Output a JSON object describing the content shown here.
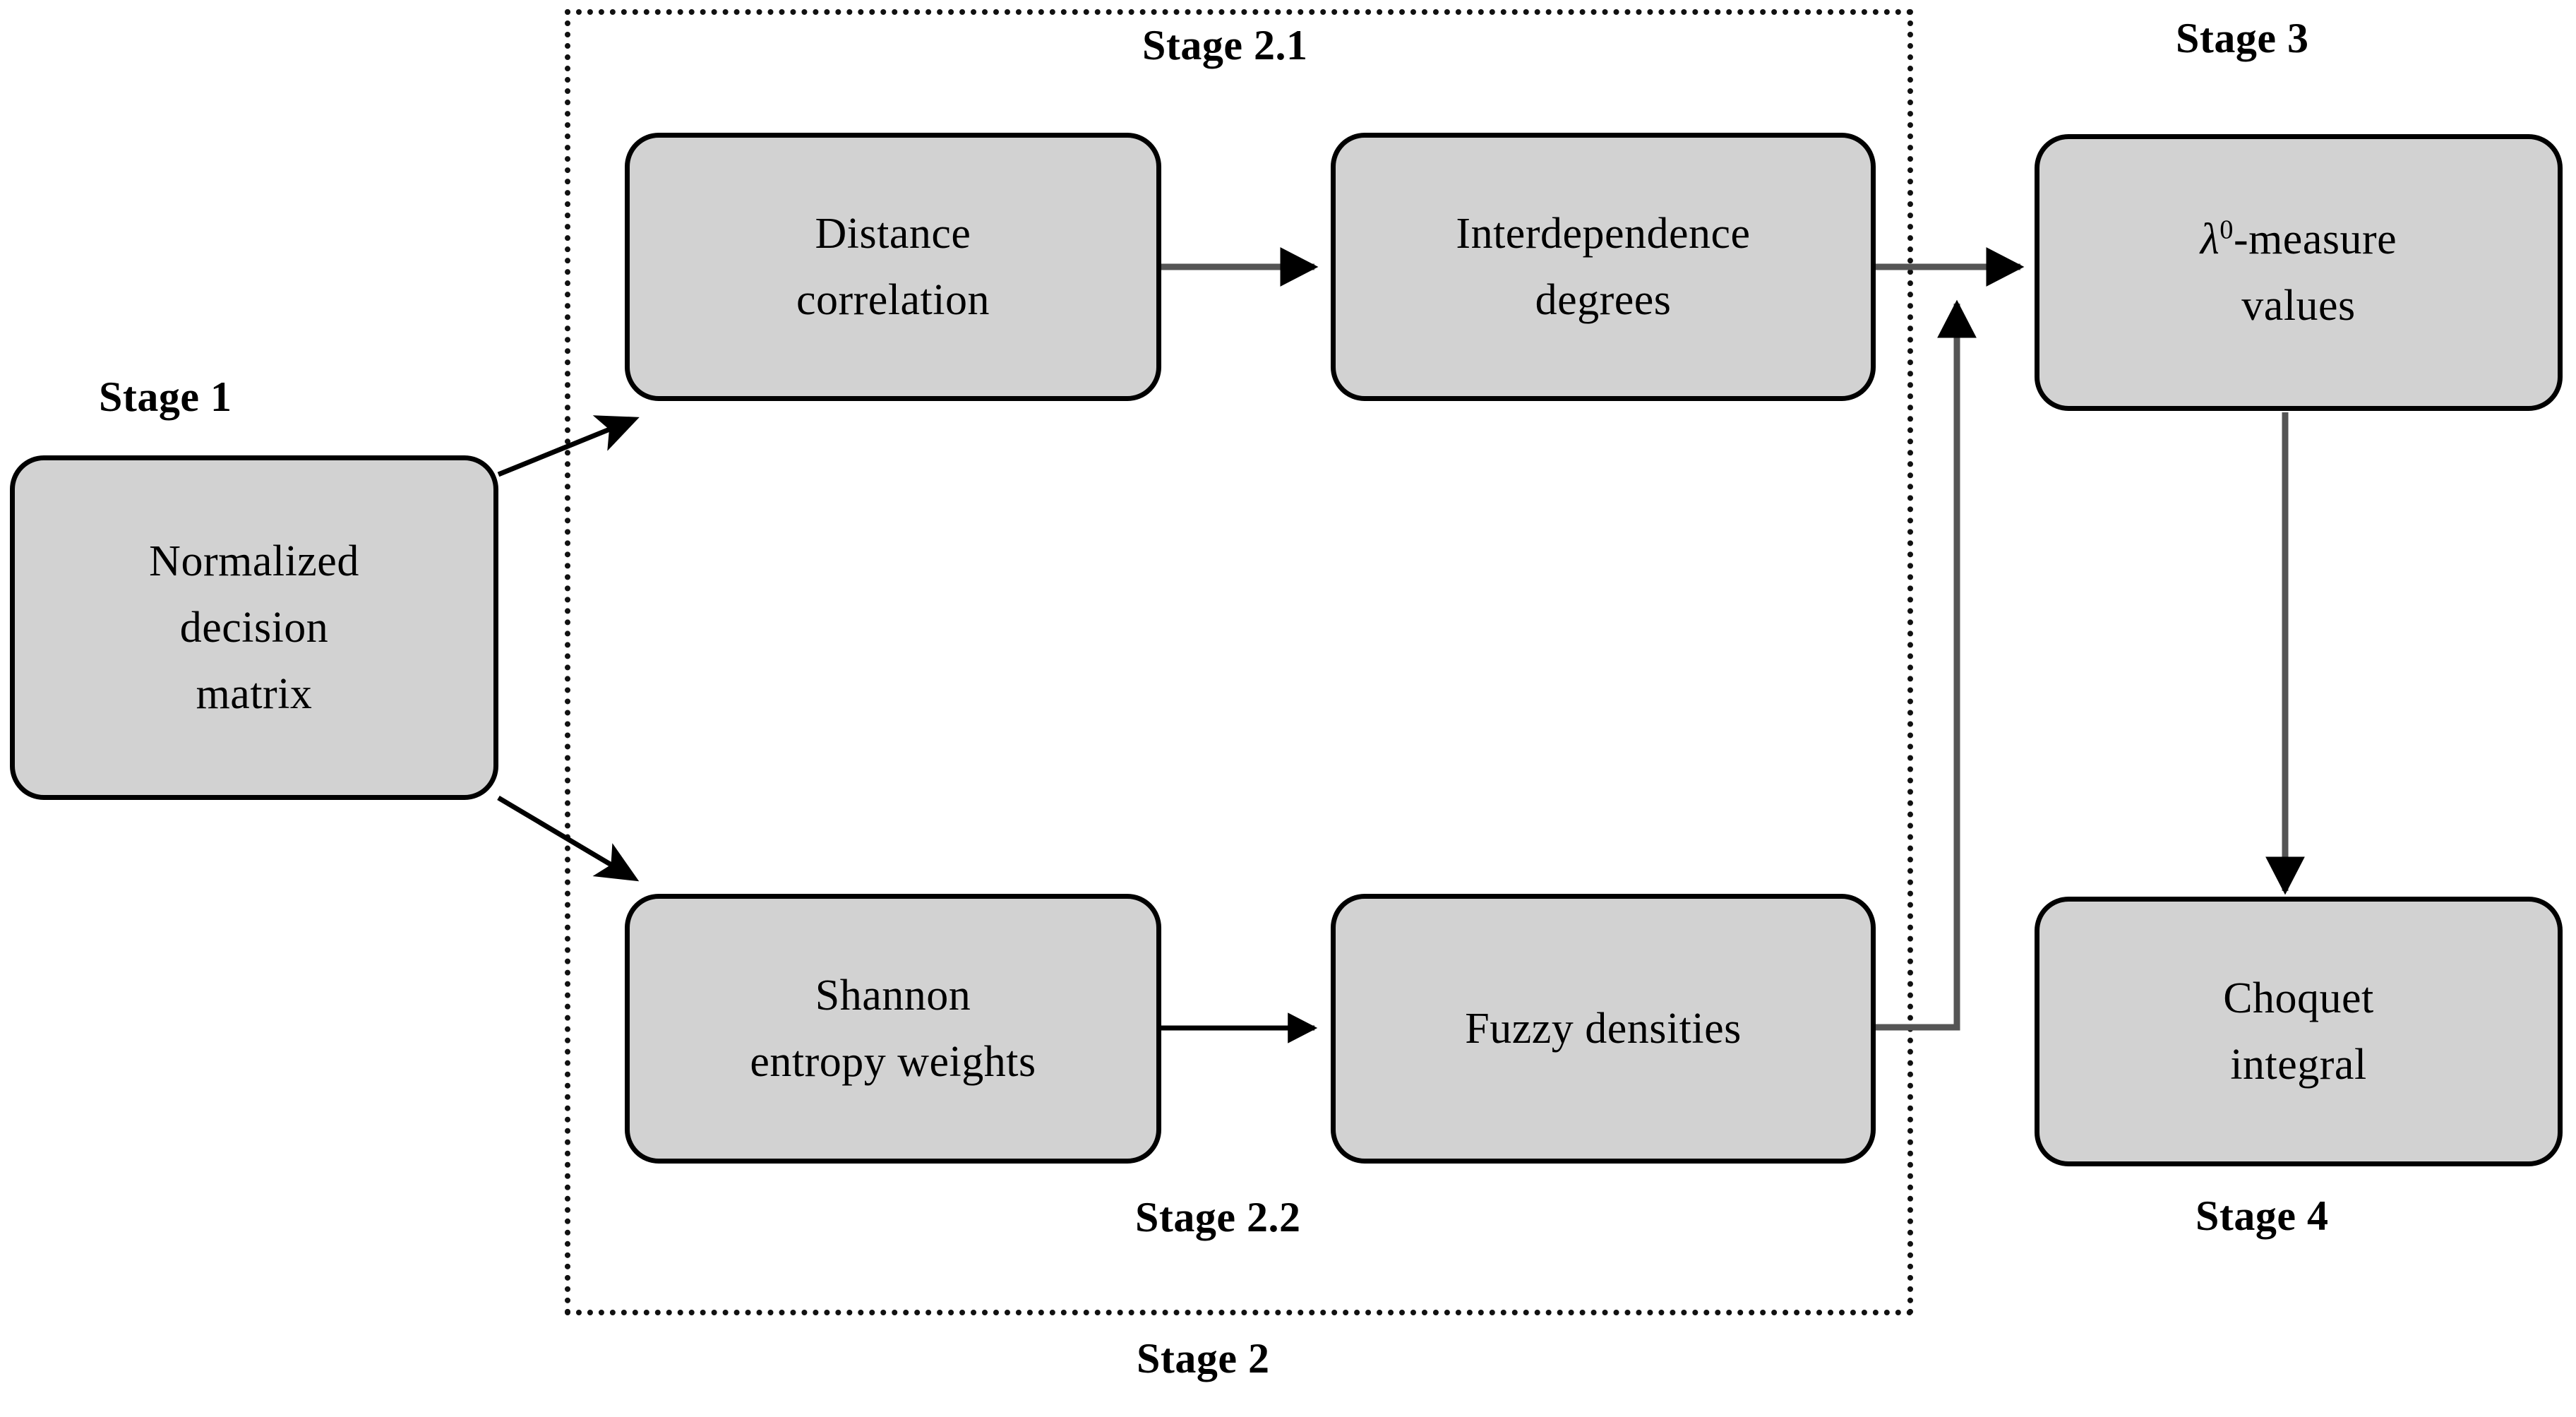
{
  "diagram": {
    "title": "Four-stage Choquet integral MCDM framework flowchart",
    "background_color": "#ffffff",
    "node_fill_color": "#d2d2d2",
    "node_border_color": "#000000",
    "connector_color": "#555555",
    "group_border_style": "dotted"
  },
  "nodes": {
    "normalized_decision_matrix": {
      "id": "normalized-decision-matrix",
      "lines": [
        "Normalized",
        "decision",
        "matrix"
      ],
      "stage": "Stage 1"
    },
    "distance_correlation": {
      "id": "distance-correlation",
      "lines": [
        "Distance",
        "correlation"
      ],
      "stage": "Stage 2.1"
    },
    "interdependence_degrees": {
      "id": "interdependence-degrees",
      "lines": [
        "Interdependence",
        "degrees"
      ],
      "stage": "Stage 2.1"
    },
    "lambda_measure_values": {
      "id": "lambda-measure-values",
      "lines_html": [
        "λ0-measure",
        "values"
      ],
      "line1_prefix": "λ",
      "line1_superscript": "0",
      "line1_suffix": "-measure",
      "line2": "values",
      "stage": "Stage 3"
    },
    "shannon_entropy_weights": {
      "id": "shannon-entropy-weights",
      "lines": [
        "Shannon",
        "entropy weights"
      ],
      "stage": "Stage 2.2"
    },
    "fuzzy_densities": {
      "id": "fuzzy-densities",
      "lines": [
        "Fuzzy densities"
      ],
      "stage": "Stage 2.2"
    },
    "choquet_integral": {
      "id": "choquet-integral",
      "lines": [
        "Choquet",
        "integral"
      ],
      "stage": "Stage 4"
    }
  },
  "stage_labels": {
    "stage1": "Stage 1",
    "stage2_1": "Stage 2.1",
    "stage2_2": "Stage 2.2",
    "stage2": "Stage 2",
    "stage3": "Stage 3",
    "stage4": "Stage 4"
  },
  "connections": [
    {
      "name": "matrix-to-distance-correlation",
      "from": "normalized_decision_matrix",
      "to": "distance_correlation",
      "style": "diagonal-arrow"
    },
    {
      "name": "matrix-to-shannon-entropy",
      "from": "normalized_decision_matrix",
      "to": "shannon_entropy_weights",
      "style": "diagonal-arrow"
    },
    {
      "name": "distance-correlation-to-interdependence",
      "from": "distance_correlation",
      "to": "interdependence_degrees",
      "style": "horizontal-arrow"
    },
    {
      "name": "interdependence-to-lambda-measure",
      "from": "interdependence_degrees",
      "to": "lambda_measure_values",
      "style": "horizontal-arrow"
    },
    {
      "name": "shannon-entropy-to-fuzzy-densities",
      "from": "shannon_entropy_weights",
      "to": "fuzzy_densities",
      "style": "horizontal-arrow"
    },
    {
      "name": "fuzzy-densities-to-lambda-measure",
      "from": "fuzzy_densities",
      "to": "lambda_measure_values",
      "style": "elbow-up-arrow"
    },
    {
      "name": "lambda-measure-to-choquet-integral",
      "from": "lambda_measure_values",
      "to": "choquet_integral",
      "style": "vertical-arrow"
    }
  ]
}
